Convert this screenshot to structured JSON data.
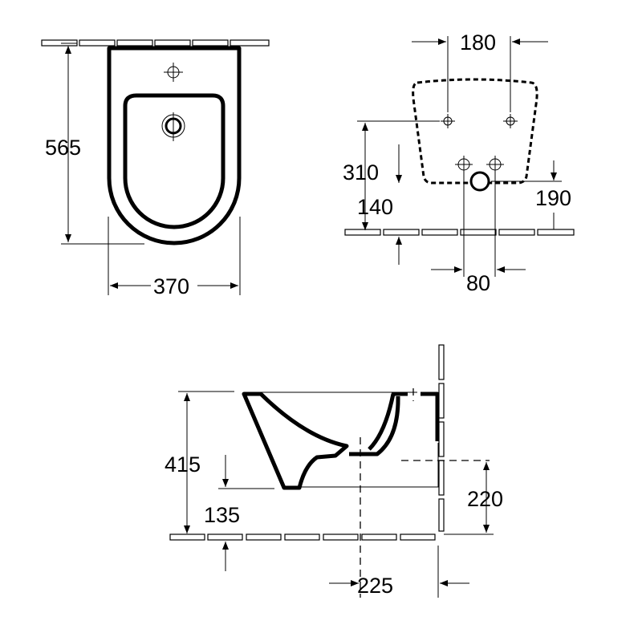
{
  "title": "",
  "top_view": {
    "depth": "565",
    "width": "370"
  },
  "rear_view": {
    "fixing_spacing": "180",
    "fixing_height": "310",
    "supply_height": "140",
    "waste_height": "190",
    "waste_spacing": "80"
  },
  "side_view": {
    "rim_height": "415",
    "underside_height": "135",
    "waste_outlet_height": "220",
    "waste_outlet_distance": "225"
  },
  "colors": {
    "line": "#000000",
    "background": "#ffffff"
  }
}
